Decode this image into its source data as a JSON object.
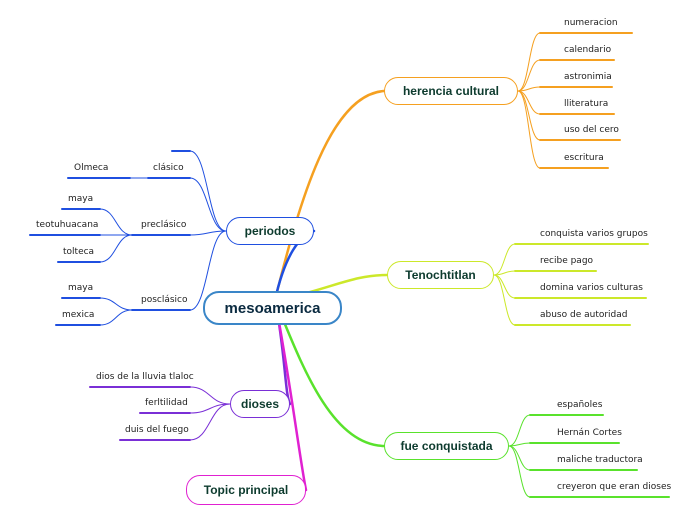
{
  "colors": {
    "root": "#3a86c8",
    "herencia": "#f5a020",
    "tenochtitlan": "#cce82a",
    "conquista": "#59e22c",
    "periodos": "#1f4fe0",
    "dioses": "#7a2fd6",
    "topic": "#e021d1"
  },
  "root": {
    "label": "mesoamerica"
  },
  "branches": {
    "herencia": {
      "label": "herencia cultural",
      "items": [
        "numeracion",
        "calendario",
        "astronimia",
        "lliteratura",
        "uso del cero",
        "escritura"
      ]
    },
    "tenochtitlan": {
      "label": "Tenochtitlan",
      "items": [
        "conquista varios grupos",
        "recibe pago",
        "domina varios culturas",
        "abuso de autoridad"
      ]
    },
    "conquista": {
      "label": "fue conquistada",
      "items": [
        "españoles",
        "Hernán Cortes",
        "maliche traductora",
        "creyeron que eran dioses"
      ]
    },
    "periodos": {
      "label": "periodos",
      "clasico": {
        "label": "clásico",
        "items": [
          "Olmeca"
        ]
      },
      "preclasico": {
        "label": "preclásico",
        "items": [
          "maya",
          "teotuhuacana",
          "tolteca"
        ]
      },
      "posclasico": {
        "label": "posclásico",
        "items": [
          "maya",
          "mexica"
        ]
      }
    },
    "dioses": {
      "label": "dioses",
      "items": [
        "dios de la lluvia tlaloc",
        "ferltilidad",
        "duis del fuego"
      ]
    },
    "topic": {
      "label": "Topic principal"
    }
  }
}
